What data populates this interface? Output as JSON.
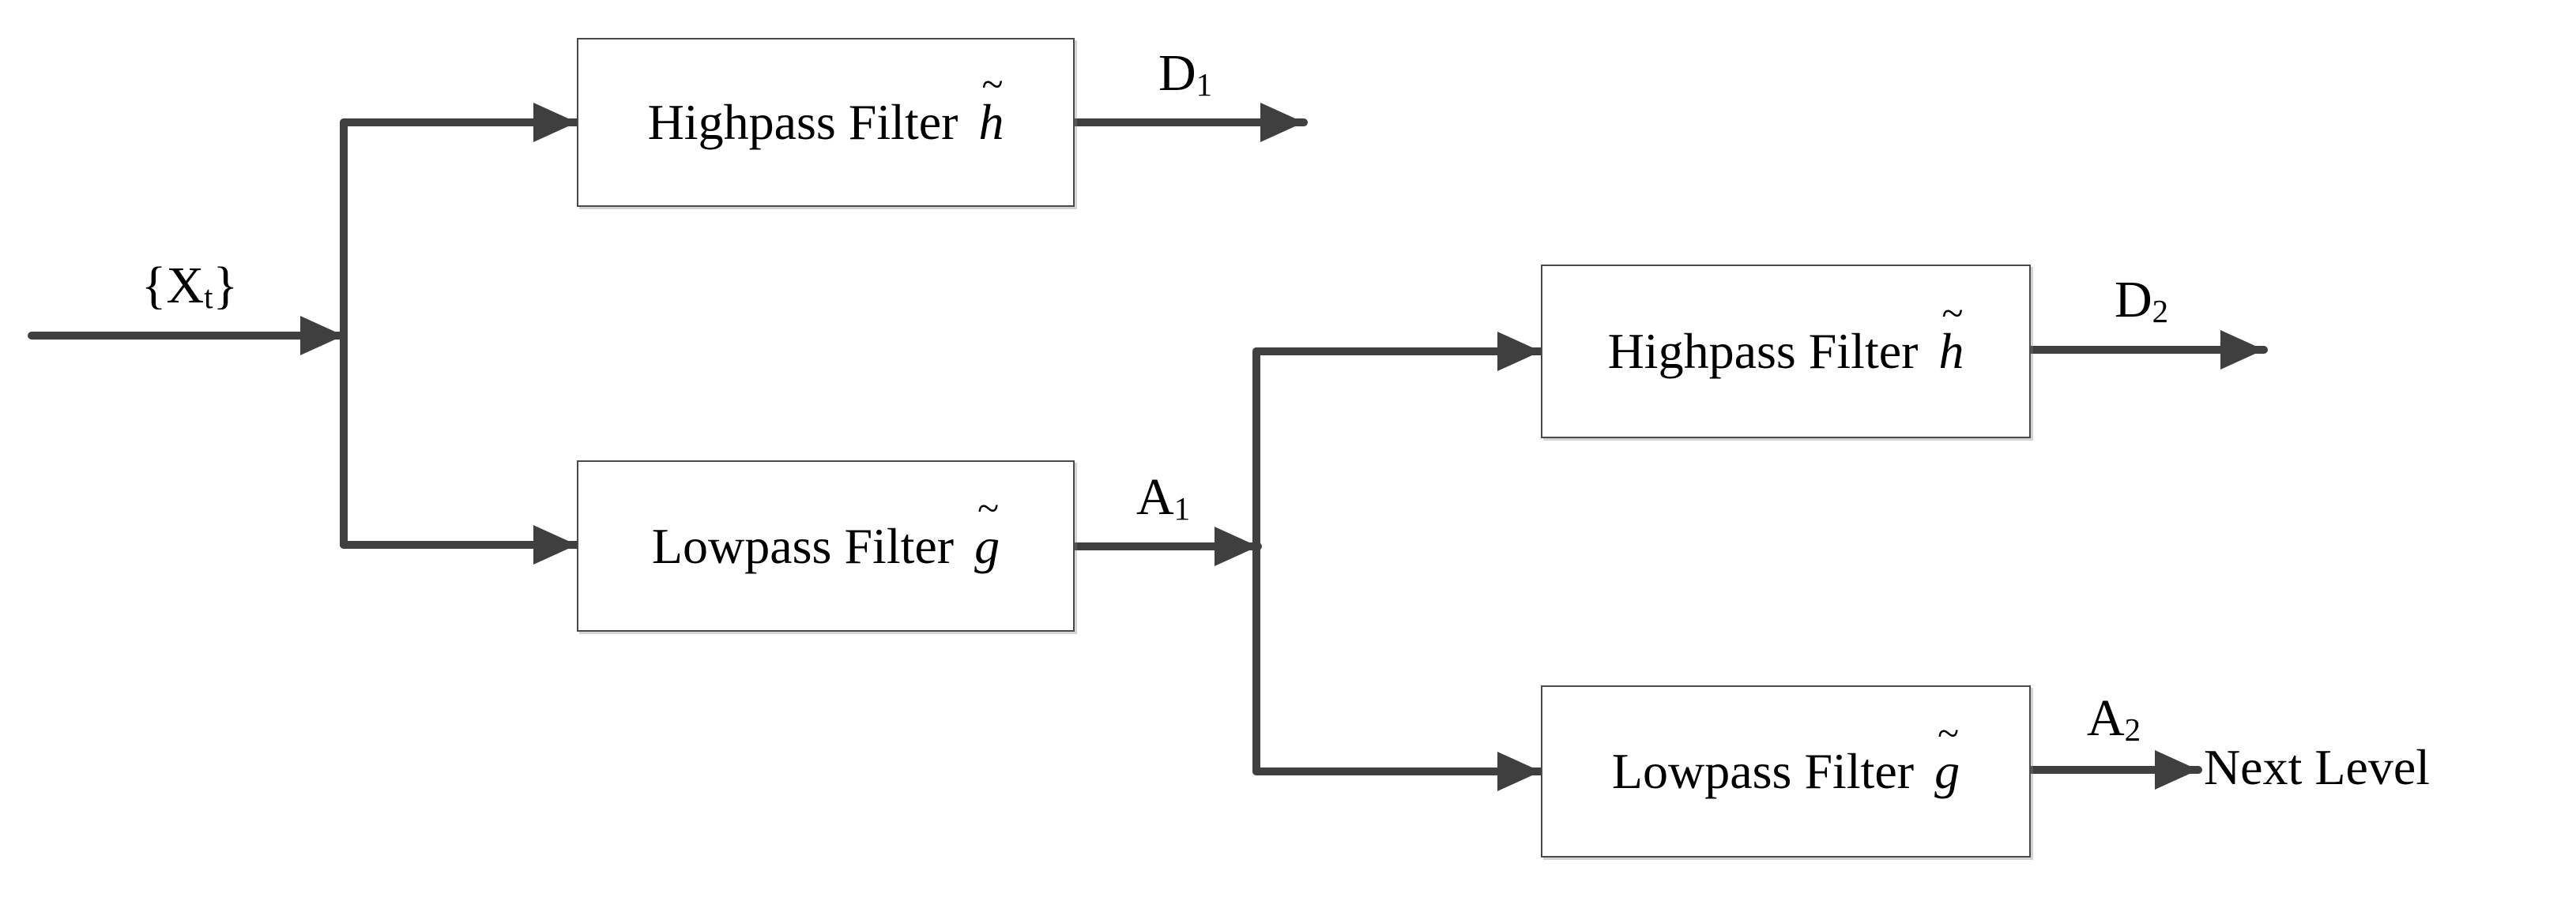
{
  "colors": {
    "line": "#3f3f3f",
    "box_border": "#4a4a4a",
    "box_fill": "#ffffff",
    "text": "#000000",
    "background": "#ffffff"
  },
  "input": {
    "prefix": "{X",
    "subscript": "t",
    "suffix": "}"
  },
  "boxes": [
    {
      "label": "Highpass Filter",
      "symbol": "h",
      "accent": "~"
    },
    {
      "label": "Lowpass Filter",
      "symbol": "g",
      "accent": "~"
    },
    {
      "label": "Highpass Filter",
      "symbol": "h",
      "accent": "~"
    },
    {
      "label": "Lowpass Filter",
      "symbol": "g",
      "accent": "~"
    }
  ],
  "outputs": [
    {
      "base": "D",
      "subscript": "1"
    },
    {
      "base": "A",
      "subscript": "1"
    },
    {
      "base": "D",
      "subscript": "2"
    },
    {
      "base": "A",
      "subscript": "2"
    }
  ],
  "next_level_label": "Next Level"
}
